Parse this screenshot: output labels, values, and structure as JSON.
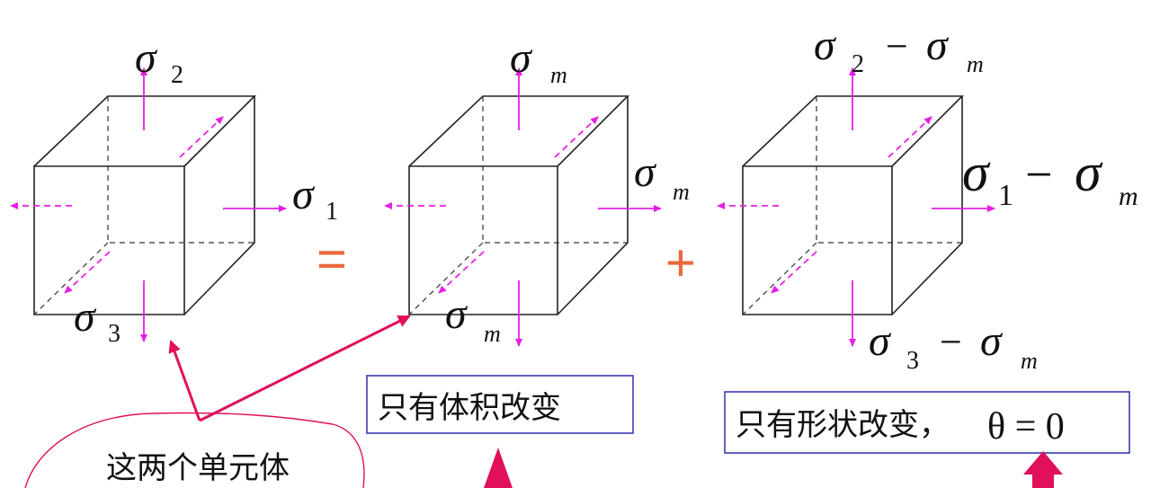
{
  "colors": {
    "stress_arrow": "#e61ee6",
    "pointer_arrow": "#e0105a",
    "operator": "#e86a3c",
    "box_border": "#3b3bb3",
    "callout_border": "#e0105a"
  },
  "figure": {
    "cube1": {
      "sigma_sym": "σ",
      "top_sub": "2",
      "right_sub": "1",
      "bottom_sub": "3"
    },
    "equals": "=",
    "cube2": {
      "sigma_sym": "σ",
      "top_sub": "m",
      "right_sub": "m",
      "bottom_sub": "m"
    },
    "plus": "+",
    "cube3": {
      "sigma_sym": "σ",
      "top_sub": "2",
      "top_minus": "−",
      "top_sub_m": "m",
      "right_sub": "1",
      "right_minus": "−",
      "right_sub_m": "m",
      "bottom_sub": "3",
      "bottom_minus": "−",
      "bottom_sub_m": "m"
    }
  },
  "labels": {
    "volume_only": "只有体积改变",
    "shape_only": "只有形状改变，",
    "theta_eq": "θ = 0",
    "callout": "这两个单元体"
  }
}
